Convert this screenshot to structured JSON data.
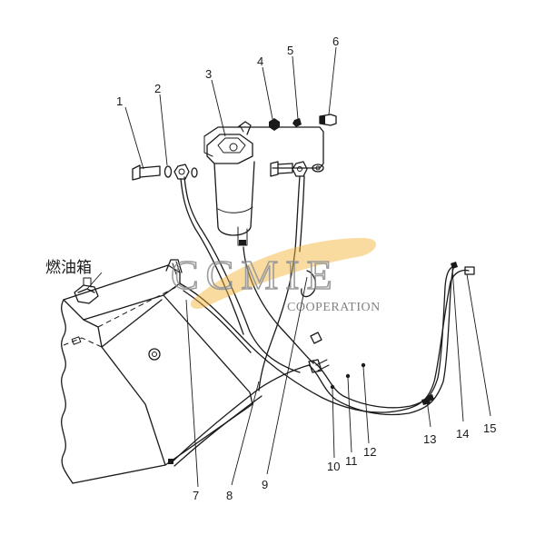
{
  "diagram": {
    "tank_label": "燃油箱",
    "callouts": [
      "1",
      "2",
      "3",
      "4",
      "5",
      "6",
      "7",
      "8",
      "9",
      "10",
      "11",
      "12",
      "13",
      "14",
      "15"
    ],
    "watermark": {
      "brand": "CCMIE",
      "subtitle": "COOPERATION",
      "accent_color": "#f2b233",
      "text_color": "#8c8c8c"
    }
  }
}
